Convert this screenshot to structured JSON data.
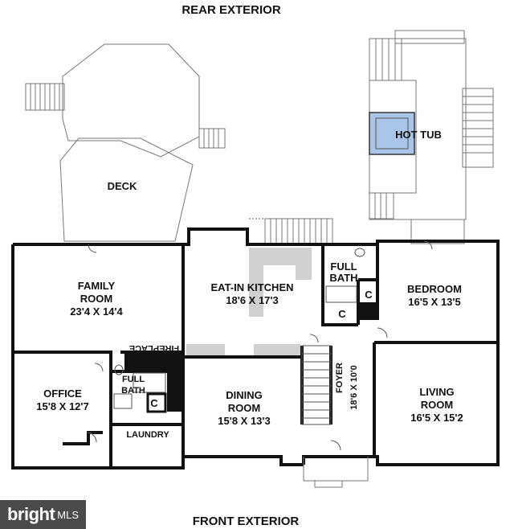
{
  "labels": {
    "rear": "REAR EXTERIOR",
    "front": "FRONT EXTERIOR",
    "deck": "DECK",
    "hot_tub": "HOT TUB",
    "family_room": [
      "FAMILY",
      "ROOM",
      "23'4 X 14'4"
    ],
    "kitchen": [
      "EAT-IN KITCHEN",
      "18'6 X 17'3"
    ],
    "full_bath_1": [
      "FULL",
      "BATH"
    ],
    "closet_c": "C",
    "bedroom": [
      "BEDROOM",
      "16'5 X 13'5"
    ],
    "fireplace": "FIREPLACE",
    "office": [
      "OFFICE",
      "15'8 X 12'7"
    ],
    "full_bath_2": [
      "FULL",
      "BATH"
    ],
    "laundry": "LAUNDRY",
    "dining": [
      "DINING",
      "ROOM",
      "15'8 X 13'3"
    ],
    "foyer": "FOYER",
    "foyer_dim": "18'6 X 10'0",
    "living": [
      "LIVING",
      "ROOM",
      "16'5 X 15'2"
    ]
  },
  "logo": {
    "brand": "bright",
    "suffix": "MLS"
  },
  "colors": {
    "wall": "#111111",
    "counter": "#d0d0d0",
    "hot_tub_water": "#a9c6e8",
    "logo_bg": "#4a4a4a"
  }
}
